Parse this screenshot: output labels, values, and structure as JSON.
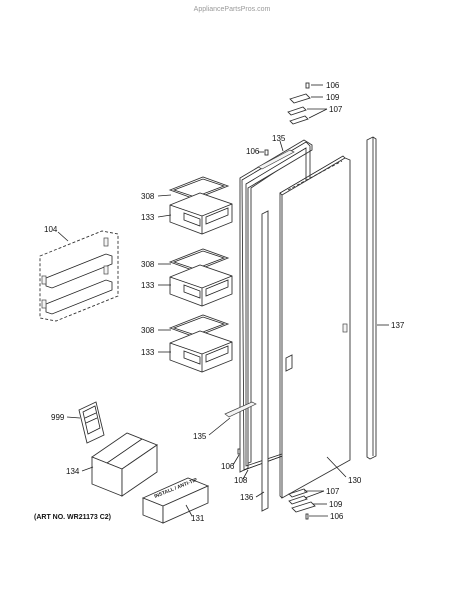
{
  "watermark": "AppliancePartsPros.com",
  "art_number": "(ART NO. WR21173 C2)",
  "callouts": {
    "c106_top": "106",
    "c109_top": "109",
    "c107_top": "107",
    "c135_top": "135",
    "c106_gasket_top": "106",
    "c308_a": "308",
    "c133_a": "133",
    "c308_b": "308",
    "c133_b": "133",
    "c308_c": "308",
    "c133_c": "133",
    "c104": "104",
    "c137": "137",
    "c999": "999",
    "c135_bottom": "135",
    "c106_gasket_bottom": "106",
    "c108": "108",
    "c134": "134",
    "c136": "136",
    "c130": "130",
    "c107_bottom": "107",
    "c109_bottom": "109",
    "c106_bottom": "106",
    "c131": "131"
  },
  "box_label": "INSTALL / ANTI-TIP"
}
